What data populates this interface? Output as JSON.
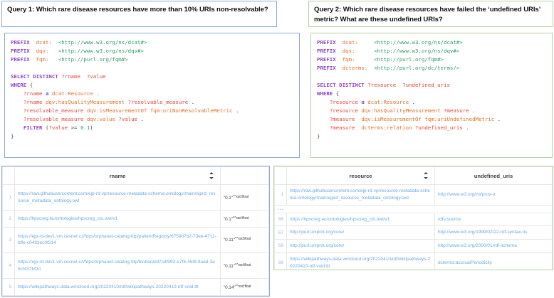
{
  "queries": [
    {
      "id": "query-1",
      "accent": "#8fa9d4",
      "title": "Query 1: Which rare disease resources have more than 10% URIs non-resolvable?",
      "code_lines": [
        [
          {
            "t": "PREFIX",
            "c": "kw"
          },
          {
            "t": "  dcat:",
            "c": "pfx"
          },
          {
            "t": "  ",
            "c": "punc"
          },
          {
            "t": "<http://www.w3.org/ns/dcat#>",
            "c": "uri"
          }
        ],
        [
          {
            "t": "PREFIX",
            "c": "kw"
          },
          {
            "t": "  dqv:",
            "c": "pfx"
          },
          {
            "t": "   ",
            "c": "punc"
          },
          {
            "t": "<http://www.w3.org/ns/dqv#>",
            "c": "uri"
          }
        ],
        [
          {
            "t": "PREFIX",
            "c": "kw"
          },
          {
            "t": "  fqm:",
            "c": "pfx"
          },
          {
            "t": "   ",
            "c": "punc"
          },
          {
            "t": "<http://purl.org/fqm#>",
            "c": "uri"
          }
        ],
        [],
        [
          {
            "t": "SELECT DISTINCT",
            "c": "kw"
          },
          {
            "t": " ",
            "c": "punc"
          },
          {
            "t": "?rname",
            "c": "var"
          },
          {
            "t": "  ",
            "c": "punc"
          },
          {
            "t": "?value",
            "c": "var"
          }
        ],
        [
          {
            "t": "WHERE",
            "c": "kw"
          },
          {
            "t": " {",
            "c": "punc"
          }
        ],
        [
          {
            "t": "    ",
            "c": "punc"
          },
          {
            "t": "?rname",
            "c": "var"
          },
          {
            "t": " ",
            "c": "punc"
          },
          {
            "t": "a",
            "c": "kw"
          },
          {
            "t": " ",
            "c": "punc"
          },
          {
            "t": "dcat:Resource",
            "c": "term"
          },
          {
            "t": " .",
            "c": "punc"
          }
        ],
        [
          {
            "t": "    ",
            "c": "punc"
          },
          {
            "t": "?rname",
            "c": "var"
          },
          {
            "t": " ",
            "c": "punc"
          },
          {
            "t": "dqv:hasQualityMeasurement",
            "c": "term"
          },
          {
            "t": " ",
            "c": "punc"
          },
          {
            "t": "?resolvable_measure",
            "c": "var"
          },
          {
            "t": " .",
            "c": "punc"
          }
        ],
        [
          {
            "t": "    ",
            "c": "punc"
          },
          {
            "t": "?resolvable_measure",
            "c": "var"
          },
          {
            "t": " ",
            "c": "punc"
          },
          {
            "t": "dqv:isMeasurementOf",
            "c": "term"
          },
          {
            "t": " ",
            "c": "punc"
          },
          {
            "t": "fqm:uriNonResolvableMetric",
            "c": "term"
          },
          {
            "t": " .",
            "c": "punc"
          }
        ],
        [
          {
            "t": "    ",
            "c": "punc"
          },
          {
            "t": "?resolvable_measure",
            "c": "var"
          },
          {
            "t": " ",
            "c": "punc"
          },
          {
            "t": "dqv:value",
            "c": "term"
          },
          {
            "t": " ",
            "c": "punc"
          },
          {
            "t": "?value",
            "c": "var"
          },
          {
            "t": " .",
            "c": "punc"
          }
        ],
        [
          {
            "t": "    ",
            "c": "punc"
          },
          {
            "t": "FILTER",
            "c": "kw"
          },
          {
            "t": " (",
            "c": "punc"
          },
          {
            "t": "?value",
            "c": "var"
          },
          {
            "t": " >= ",
            "c": "punc"
          },
          {
            "t": "0.1",
            "c": "num"
          },
          {
            "t": ")",
            "c": "punc"
          }
        ],
        [
          {
            "t": "}",
            "c": "punc"
          }
        ]
      ]
    },
    {
      "id": "query-2",
      "accent": "#b5d2a4",
      "title": "Query 2: Which rare disease resources have failed the ‘undefined URIs’ metric? What are these undefined URIs?",
      "code_lines": [
        [
          {
            "t": "PREFIX",
            "c": "kw"
          },
          {
            "t": "  dcat:",
            "c": "pfx"
          },
          {
            "t": "     ",
            "c": "punc"
          },
          {
            "t": "<http://www.w3.org/ns/dcat#>",
            "c": "uri"
          }
        ],
        [
          {
            "t": "PREFIX",
            "c": "kw"
          },
          {
            "t": "  dqv:",
            "c": "pfx"
          },
          {
            "t": "      ",
            "c": "punc"
          },
          {
            "t": "<http://www.w3.org/ns/dqv#>",
            "c": "uri"
          }
        ],
        [
          {
            "t": "PREFIX",
            "c": "kw"
          },
          {
            "t": "  fqm:",
            "c": "pfx"
          },
          {
            "t": "      ",
            "c": "punc"
          },
          {
            "t": "<http://purl.org/fqm#>",
            "c": "uri"
          }
        ],
        [
          {
            "t": "PREFIX",
            "c": "kw"
          },
          {
            "t": "  dcterms:",
            "c": "pfx"
          },
          {
            "t": "  ",
            "c": "punc"
          },
          {
            "t": "<http://purl.org/dc/terms/>",
            "c": "uri"
          }
        ],
        [],
        [
          {
            "t": "SELECT DISTINCT",
            "c": "kw"
          },
          {
            "t": " ",
            "c": "punc"
          },
          {
            "t": "?resource",
            "c": "var"
          },
          {
            "t": "  ",
            "c": "punc"
          },
          {
            "t": "?undefined_uris",
            "c": "var"
          }
        ],
        [
          {
            "t": "WHERE",
            "c": "kw"
          },
          {
            "t": " {",
            "c": "punc"
          }
        ],
        [
          {
            "t": "    ",
            "c": "punc"
          },
          {
            "t": "?resource",
            "c": "var"
          },
          {
            "t": " ",
            "c": "punc"
          },
          {
            "t": "a",
            "c": "kw"
          },
          {
            "t": " ",
            "c": "punc"
          },
          {
            "t": "dcat:Resource",
            "c": "term"
          },
          {
            "t": " .",
            "c": "punc"
          }
        ],
        [
          {
            "t": "    ",
            "c": "punc"
          },
          {
            "t": "?resource",
            "c": "var"
          },
          {
            "t": " ",
            "c": "punc"
          },
          {
            "t": "dqv:hasQualityMeasurement",
            "c": "term"
          },
          {
            "t": " ",
            "c": "punc"
          },
          {
            "t": "?measure",
            "c": "var"
          },
          {
            "t": " .",
            "c": "punc"
          }
        ],
        [
          {
            "t": "    ",
            "c": "punc"
          },
          {
            "t": "?measure",
            "c": "var"
          },
          {
            "t": "  ",
            "c": "punc"
          },
          {
            "t": "dqv:isMeasurementOf",
            "c": "term"
          },
          {
            "t": " ",
            "c": "punc"
          },
          {
            "t": "fqm:uriUndefinedMetric",
            "c": "term"
          },
          {
            "t": " .",
            "c": "punc"
          }
        ],
        [
          {
            "t": "    ",
            "c": "punc"
          },
          {
            "t": "?measure",
            "c": "var"
          },
          {
            "t": "  ",
            "c": "punc"
          },
          {
            "t": "dcterms:relation",
            "c": "term"
          },
          {
            "t": " ",
            "c": "punc"
          },
          {
            "t": "?undefined_uris",
            "c": "var"
          },
          {
            "t": " .",
            "c": "punc"
          }
        ],
        [
          {
            "t": "}",
            "c": "punc"
          }
        ]
      ]
    }
  ],
  "left_table": {
    "columns": [
      "rname",
      ""
    ],
    "sort_icon": "sort-icon",
    "rows": [
      {
        "idx": "1",
        "rname": "https://raw.githubusercontent.com/ejp-rd-vp/resource-metadata-schema-ontology/main/ejprd_resource_metadata_ontology.owl",
        "value": "\"0.1\"",
        "datatype": "^^xsd:float"
      },
      {
        "idx": "2",
        "rname": "https://hpscreg.eu/ontologies/hpscreg_clo.owl/v1",
        "value": "\"0.1\"",
        "datatype": "^^xsd:float"
      },
      {
        "idx": "3",
        "rname": "https://ejp-rd-dev1.vm.cesnet.cz/fdps/orphanet-catalog-fdp/patientRegistry/6759d7b2-73ee-4711-bffe-c0483ec0f214",
        "value": "\"0.11\"",
        "datatype": "^^xsd:float"
      },
      {
        "idx": "4",
        "rname": "https://ejp-rd-dev1.vm.cesnet.cz/fdps/orphanet-catalog-fdp/biobank/d7cdf993-e7f8-459f-9aad-3a5cf437bf20",
        "value": "\"0.11\"",
        "datatype": "^^xsd:float"
      },
      {
        "idx": "5",
        "rname": "https://wikipathways-data.wmcloud.org/20220410/rdf/wikipathways-20220410-rdf-void.ttl",
        "value": "\"0.14\"",
        "datatype": "^^xsd:float"
      }
    ]
  },
  "right_table": {
    "columns": [
      "resource",
      "undefined_uris"
    ],
    "sort_icon": "sort-icon",
    "ellipsis": "...",
    "rows": [
      {
        "idx": "1",
        "resource": "https://raw.githubusercontent.com/ejp-rd-vp/resource-metadata-schema-ontology/main/ejprd_resource_metadata_ontology.owl",
        "undefined_uris": "http://www.w3.org/ns/prov-o"
      },
      {
        "idx": "66",
        "resource": "https://hpscreg.eu/ontologies/hpscreg_clo.owl/v1",
        "undefined_uris": "rdfs:source"
      },
      {
        "idx": "67",
        "resource": "http://purl.uniprot.org/core/",
        "undefined_uris": "http://www.w3.org/1999/02/22-rdf-syntax-ns"
      },
      {
        "idx": "68",
        "resource": "http://purl.uniprot.org/core/",
        "undefined_uris": "http://www.w3.org/2000/01/rdf-schema"
      },
      {
        "idx": "69",
        "resource": "https://wikipathways-data.wmcloud.org/20220410/rdf/wikipathways-20220410-rdf-void.ttl",
        "undefined_uris": "dcterms:accrualPeriodicity"
      }
    ]
  }
}
